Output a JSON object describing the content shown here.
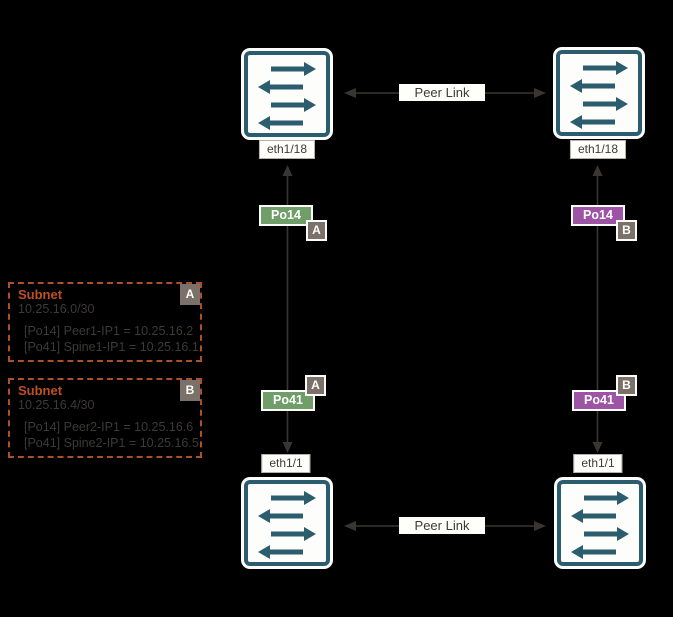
{
  "colors": {
    "background": "#000000",
    "switch_border": "#2b5d6e",
    "connector_line": "#3a3530",
    "po14_left": "#6f9e68",
    "po14_right": "#9d54a4",
    "po41_left": "#6f9e68",
    "po41_right": "#9d54a4",
    "tag_badge_gray": "#7b7168",
    "subnet_title_orange": "#bf4f26",
    "subnet_border_orange": "#ad4f2b"
  },
  "icons": {
    "switch": "network-switch-traffic-arrows"
  },
  "switches": [
    {
      "id": "top-left",
      "port_label": "eth1/18"
    },
    {
      "id": "top-right",
      "port_label": "eth1/18"
    },
    {
      "id": "bottom-left",
      "port_label": "eth1/1"
    },
    {
      "id": "bottom-right",
      "port_label": "eth1/1"
    }
  ],
  "peer_links": [
    {
      "label": "Peer Link"
    },
    {
      "label": "Peer Link"
    }
  ],
  "port_badges": [
    {
      "label": "Po14",
      "tag": "A"
    },
    {
      "label": "Po14",
      "tag": "B"
    },
    {
      "label": "Po41",
      "tag": "A"
    },
    {
      "label": "Po41",
      "tag": "B"
    }
  ],
  "subnet_boxes": [
    {
      "tag": "A",
      "title": "Subnet",
      "cidr": "10.25.16.0/30",
      "entries": [
        "[Po14] Peer1-IP1 = 10.25.16.2",
        "[Po41] Spine1-IP1 = 10.25.16.1"
      ]
    },
    {
      "tag": "B",
      "title": "Subnet",
      "cidr": "10.25.16.4/30",
      "entries": [
        "[Po14] Peer2-IP1 = 10.25.16.6",
        "[Po41] Spine2-IP1 = 10.25.16.5"
      ]
    }
  ]
}
